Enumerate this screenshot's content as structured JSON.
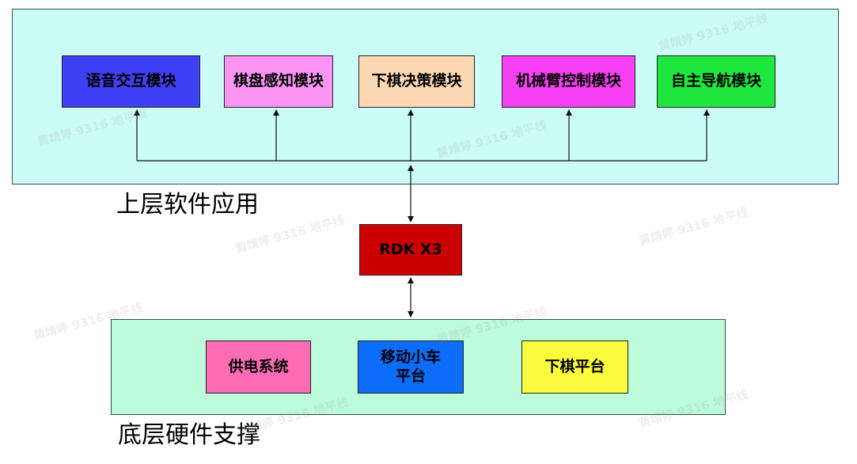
{
  "colors": {
    "software_layer_bg": "#ccfcf7",
    "hardware_layer_bg": "#bcfcdb",
    "connector": "#111111"
  },
  "software_layer": {
    "label": "上层软件应用",
    "modules": [
      {
        "label": "语音交互模块",
        "color": "#3f3ff4"
      },
      {
        "label": "棋盘感知模块",
        "color": "#fc94f4"
      },
      {
        "label": "下棋决策模块",
        "color": "#fcd8b4"
      },
      {
        "label": "机械臂控制模块",
        "color": "#f73ff4"
      },
      {
        "label": "自主导航模块",
        "color": "#1fe73f"
      }
    ]
  },
  "core": {
    "label": "RDK X3",
    "color": "#cc0000"
  },
  "hardware_layer": {
    "label": "底层硬件支撑",
    "modules": [
      {
        "label": "供电系统",
        "color": "#fc6cb4"
      },
      {
        "label": "移动小车\n平台",
        "color": "#0c6cfc"
      },
      {
        "label": "下棋平台",
        "color": "#fcfc3f"
      }
    ]
  },
  "watermark": "黄靖婷 9316 地平线"
}
